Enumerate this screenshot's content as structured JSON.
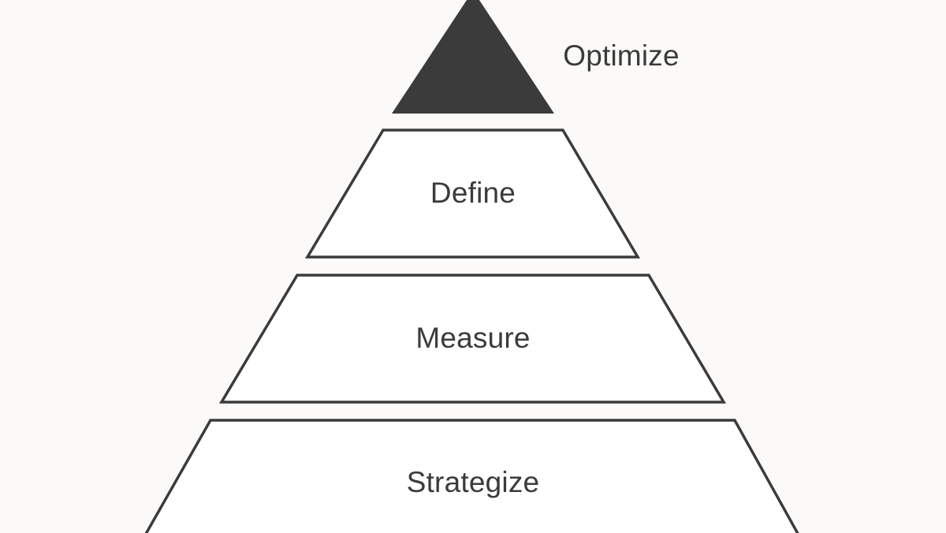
{
  "diagram": {
    "type": "pyramid",
    "colors": {
      "background": "#fbfaf8",
      "stroke": "#3a3b3a",
      "fill_top": "#3a3b3a",
      "fill_tier": "#ffffff",
      "text": "#3a3b3a"
    },
    "tiers": [
      {
        "label": "Optimize",
        "level": 1,
        "style": "filled-triangle",
        "label_position": "right"
      },
      {
        "label": "Define",
        "level": 2,
        "style": "outlined-trapezoid",
        "label_position": "center"
      },
      {
        "label": "Measure",
        "level": 3,
        "style": "outlined-trapezoid",
        "label_position": "center"
      },
      {
        "label": "Strategize",
        "level": 4,
        "style": "outlined-trapezoid",
        "label_position": "center"
      }
    ]
  }
}
